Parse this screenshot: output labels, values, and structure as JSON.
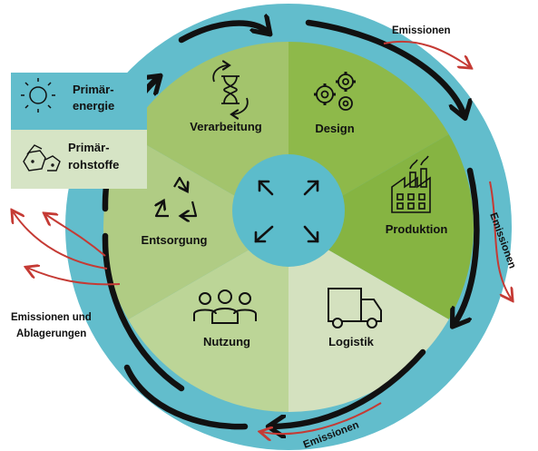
{
  "segments": [
    {
      "label": "Design",
      "icon": "gears-icon"
    },
    {
      "label": "Produktion",
      "icon": "factory-icon"
    },
    {
      "label": "Logistik",
      "icon": "truck-icon"
    },
    {
      "label": "Nutzung",
      "icon": "users-icon"
    },
    {
      "label": "Entsorgung",
      "icon": "recycle-icon"
    },
    {
      "label": "Verarbeitung",
      "icon": "hourglass-icon"
    }
  ],
  "center_icon": "expand-arrows-icon",
  "inputs": [
    {
      "label_line1": "Primär-",
      "label_line2": "energie",
      "icon": "sun-icon"
    },
    {
      "label_line1": "Primär-",
      "label_line2": "rohstoffe",
      "icon": "stones-icon"
    }
  ],
  "emissions": {
    "top_right": "Emissionen",
    "right": "Emissionen",
    "bottom": "Emissionen",
    "left_line1": "Emissionen und",
    "left_line2": "Ablagerungen"
  },
  "colors": {
    "ring": "#62bdcc",
    "center": "#5cbccb",
    "design": "#8eb94a",
    "produktion": "#86b442",
    "logistik": "#d4e1bf",
    "nutzung": "#bcd597",
    "entsorgung": "#b0cc84",
    "verarbeitung": "#a3c46c",
    "arrow": "#c53a34",
    "cycle_arrow": "#111111"
  }
}
